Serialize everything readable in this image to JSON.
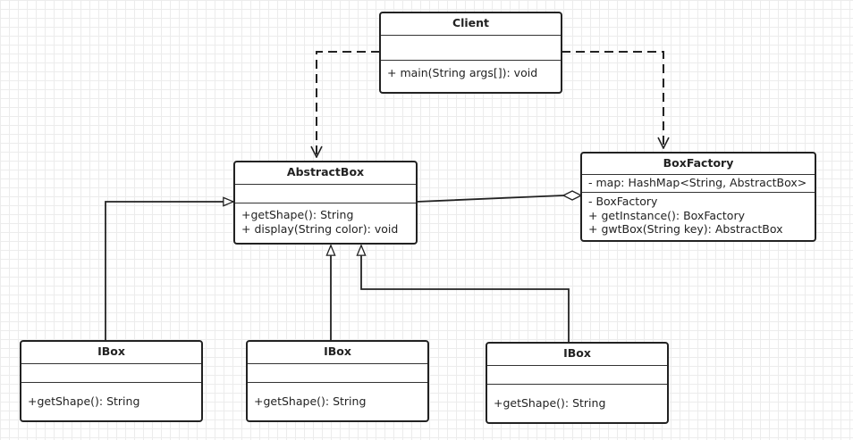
{
  "classes": {
    "client": {
      "name": "Client",
      "attributes": [],
      "operations": [
        "+ main(String args[]): void"
      ]
    },
    "abstractbox": {
      "name": "AbstractBox",
      "attributes": [],
      "operations": [
        "+getShape(): String",
        "+ display(String color): void"
      ]
    },
    "boxfactory": {
      "name": "BoxFactory",
      "attributes": [
        "- map: HashMap<String, AbstractBox>"
      ],
      "operations": [
        "- BoxFactory",
        "+ getInstance(): BoxFactory",
        "+ gwtBox(String key): AbstractBox"
      ]
    },
    "ibox1": {
      "name": "IBox",
      "attributes": [],
      "operations": [
        "+getShape(): String"
      ]
    },
    "ibox2": {
      "name": "IBox",
      "attributes": [],
      "operations": [
        "+getShape(): String"
      ]
    },
    "ibox3": {
      "name": "IBox",
      "attributes": [],
      "operations": [
        "+getShape(): String"
      ]
    }
  },
  "relationships": [
    {
      "from": "client",
      "to": "abstractbox",
      "type": "dependency"
    },
    {
      "from": "client",
      "to": "boxfactory",
      "type": "dependency"
    },
    {
      "from": "boxfactory",
      "to": "abstractbox",
      "type": "aggregation"
    },
    {
      "from": "ibox1",
      "to": "abstractbox",
      "type": "generalization"
    },
    {
      "from": "ibox2",
      "to": "abstractbox",
      "type": "generalization"
    },
    {
      "from": "ibox3",
      "to": "abstractbox",
      "type": "generalization"
    }
  ]
}
